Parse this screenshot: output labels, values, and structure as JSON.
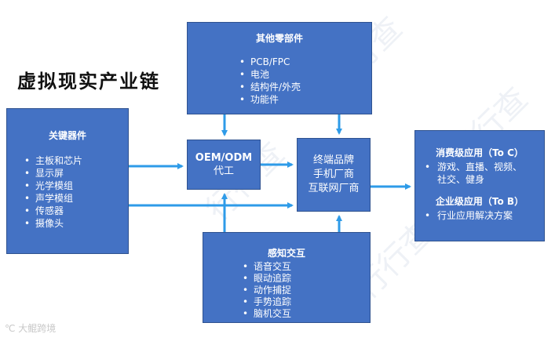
{
  "title": "虚拟现实产业链",
  "colors": {
    "box": "#4472C4",
    "arrow": "#2E9BE8",
    "text": "#ffffff"
  },
  "other_parts": {
    "heading": "其他零部件",
    "items": [
      "PCB/FPC",
      "电池",
      "结构件/外壳",
      "功能件"
    ]
  },
  "key_components": {
    "heading": "关键器件",
    "items": [
      "主板和芯片",
      "显示屏",
      "光学模组",
      "声学模组",
      "传感器",
      "摄像头"
    ]
  },
  "oem": {
    "title": "OEM/ODM",
    "subtitle": "代工"
  },
  "terminal": {
    "lines": [
      "终端品牌",
      "手机厂商",
      "互联网厂商"
    ]
  },
  "sensing": {
    "heading": "感知交互",
    "items": [
      "语音交互",
      "眼动追踪",
      "动作捕捉",
      "手势追踪",
      "脑机交互"
    ]
  },
  "applications": {
    "consumer_heading": "消费级应用（To C）",
    "consumer_line1": "游戏、直播、视频、",
    "consumer_line2": "社交、健身",
    "enterprise_heading": "企业级应用（To B）",
    "enterprise_item": "行业应用解决方案"
  },
  "footer": {
    "logo_text": "大鲲跨境"
  },
  "watermark": {
    "text": "行行查"
  }
}
